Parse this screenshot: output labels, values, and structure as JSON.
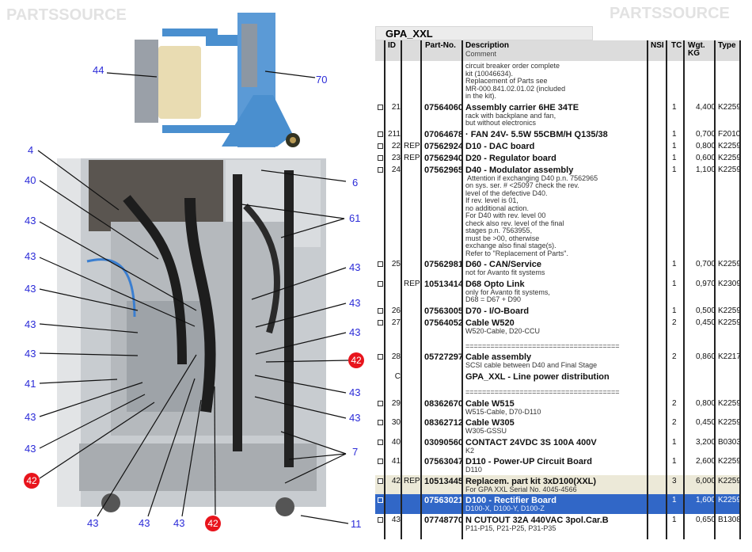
{
  "figure": {
    "callouts": [
      "44",
      "70",
      "4",
      "40",
      "6",
      "61",
      "43",
      "42",
      "41",
      "7",
      "11"
    ]
  },
  "panel": {
    "title": "GPA_XXL",
    "columns": {
      "id": "ID",
      "part": "Part-No.",
      "desc": "Description",
      "comment": "Comment",
      "nsi": "NSI",
      "tc": "TC",
      "wgt": "Wgt.",
      "wgt_unit": "KG",
      "type": "Type"
    },
    "rows": [
      {
        "checkbox": false,
        "id": "",
        "ext": "",
        "part": "",
        "desc": "",
        "comment": "circuit breaker order complete\nkit (10046634).\nReplacement of Parts see\nMR-000.841.02.01.02 (included\nin the kit).",
        "tc": "",
        "wgt": "",
        "type": ""
      },
      {
        "checkbox": true,
        "id": "21",
        "ext": "",
        "part": "07564060",
        "desc": "Assembly carrier 6HE 34TE",
        "comment": "rack with backplane and fan,\nbut without electronics",
        "tc": "1",
        "wgt": "4,400",
        "type": "K2259"
      },
      {
        "checkbox": true,
        "id": "211",
        "ext": "",
        "part": "07064678",
        "desc": "· FAN 24V- 5.5W 55CBM/H Q135/38",
        "comment": "",
        "tc": "1",
        "wgt": "0,700",
        "type": "F2010"
      },
      {
        "checkbox": true,
        "id": "22",
        "ext": "REP",
        "part": "07562924",
        "desc": "D10 - DAC board",
        "comment": "",
        "tc": "1",
        "wgt": "0,800",
        "type": "K2259"
      },
      {
        "checkbox": true,
        "id": "23",
        "ext": "REP",
        "part": "07562940",
        "desc": "D20 - Regulator board",
        "comment": "",
        "tc": "1",
        "wgt": "0,600",
        "type": "K2259"
      },
      {
        "checkbox": true,
        "id": "24",
        "ext": "",
        "part": "07562965",
        "desc": "D40 - Modulator assembly",
        "comment": " Attention if exchanging D40 p.n. 7562965\non sys. ser. # <25097 check the rev.\nlevel of the defective D40.\nIf rev. level is 01,\nno additional action.\nFor D40 with rev. level 00\ncheck also rev. level of the final\nstages p.n. 7563955,\nmust be >00, otherwise\nexchange also final stage(s).\nRefer to \"Replacement of Parts\".",
        "tc": "1",
        "wgt": "1,100",
        "type": "K2259"
      },
      {
        "checkbox": true,
        "id": "25",
        "ext": "",
        "part": "07562981",
        "desc": "D60 - CAN/Service",
        "comment": "not for Avanto fit systems",
        "tc": "1",
        "wgt": "0,700",
        "type": "K2259"
      },
      {
        "checkbox": true,
        "id": "",
        "ext": "REP",
        "part": "10513414",
        "desc": "D68 Opto Link",
        "comment": "only for Avanto fit systems,\nD68 = D67 + D90",
        "tc": "1",
        "wgt": "0,970",
        "type": "K2309"
      },
      {
        "checkbox": true,
        "id": "26",
        "ext": "",
        "part": "07563005",
        "desc": "D70 - I/O-Board",
        "comment": "",
        "tc": "1",
        "wgt": "0,500",
        "type": "K2259"
      },
      {
        "checkbox": true,
        "id": "27",
        "ext": "",
        "part": "07564052",
        "desc": "Cable W520",
        "comment": "W520-Cable, D20-CCU\n\n=====================================",
        "tc": "2",
        "wgt": "0,450",
        "type": "K2259"
      },
      {
        "checkbox": true,
        "id": "28",
        "ext": "",
        "part": "05727297",
        "desc": "Cable assembly",
        "comment": "SCSI cable between D40 and Final Stage",
        "tc": "2",
        "wgt": "0,860",
        "type": "K2217"
      },
      {
        "checkbox": false,
        "id": "C",
        "ext": "",
        "part": "",
        "desc": "GPA_XXL - Line power distribution",
        "comment": "\n=====================================",
        "tc": "",
        "wgt": "",
        "type": ""
      },
      {
        "checkbox": true,
        "id": "29",
        "ext": "",
        "part": "08362670",
        "desc": "Cable W515",
        "comment": "W515-Cable, D70-D110",
        "tc": "2",
        "wgt": "0,800",
        "type": "K2259"
      },
      {
        "checkbox": true,
        "id": "30",
        "ext": "",
        "part": "08362712",
        "desc": "Cable W305",
        "comment": "W305-GSSU",
        "tc": "2",
        "wgt": "0,450",
        "type": "K2259"
      },
      {
        "checkbox": true,
        "id": "40",
        "ext": "",
        "part": "03090560",
        "desc": "CONTACT 24VDC 3S 100A 400V",
        "comment": "K2",
        "tc": "1",
        "wgt": "3,200",
        "type": "B0303"
      },
      {
        "checkbox": true,
        "id": "41",
        "ext": "",
        "part": "07563047",
        "desc": "D110 - Power-UP Circuit Board",
        "comment": "D110",
        "tc": "1",
        "wgt": "2,600",
        "type": "K2259"
      },
      {
        "checkbox": true,
        "id": "42",
        "ext": "REP",
        "part": "10513445",
        "desc": "Replacem. part kit 3xD100(XXL)",
        "comment": "For GPA XXL Serial No. 4045-4566",
        "tc": "3",
        "wgt": "6,000",
        "type": "K2259",
        "state": "highlighted"
      },
      {
        "checkbox": true,
        "id": "",
        "ext": "",
        "part": "07563021",
        "desc": "D100 - Rectifier Board",
        "comment": "D100-X, D100-Y, D100-Z",
        "tc": "1",
        "wgt": "1,600",
        "type": "K2259",
        "state": "selected"
      },
      {
        "checkbox": true,
        "id": "43",
        "ext": "",
        "part": "07748770",
        "desc": "N CUTOUT 32A 440VAC 3pol.Car.B",
        "comment": "P11-P15, P21-P25, P31-P35",
        "tc": "1",
        "wgt": "0,650",
        "type": "B1308"
      }
    ]
  },
  "watermark": "PARTSSOURCE",
  "colors": {
    "selected": "#3167c7",
    "highlight": "#ece9d8",
    "callout": "#2b2bd8",
    "callout_red": "#e8141c"
  }
}
